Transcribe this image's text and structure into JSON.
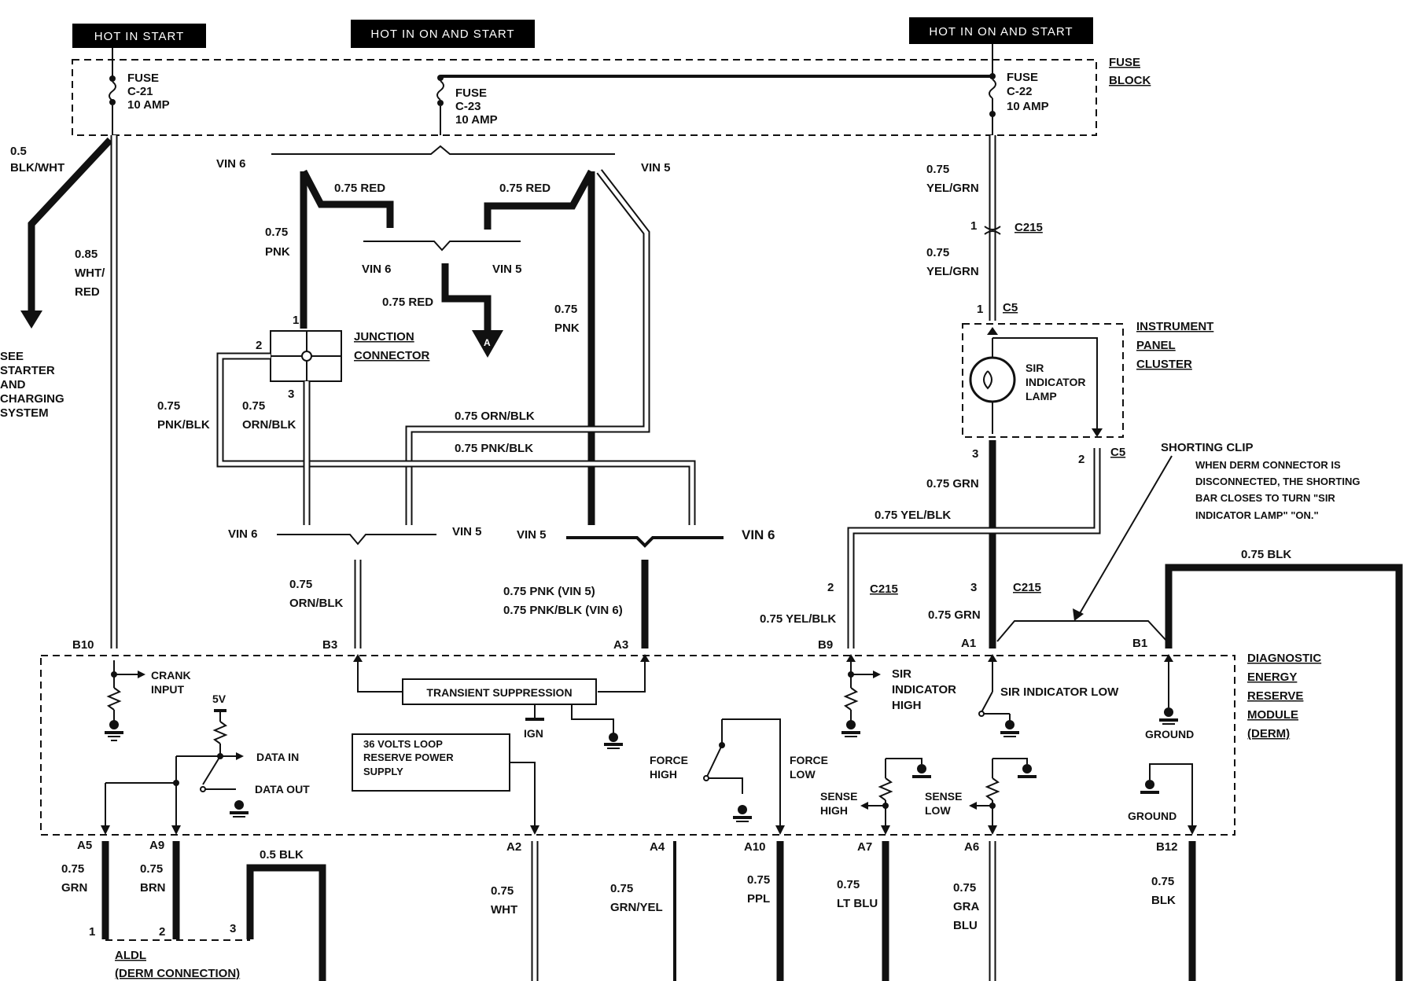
{
  "headers": {
    "left": "HOT IN START",
    "middle": "HOT IN ON AND START",
    "right": "HOT IN ON AND START"
  },
  "fuse_block": {
    "label_line1": "FUSE",
    "label_line2": "BLOCK",
    "fuses": [
      {
        "line1": "FUSE",
        "line2": "C-21",
        "line3": "10 AMP"
      },
      {
        "line1": "FUSE",
        "line2": "C-23",
        "line3": "10 AMP"
      },
      {
        "line1": "FUSE",
        "line2": "C-22",
        "line3": "10 AMP"
      }
    ]
  },
  "starter": {
    "wire_line1": "0.5",
    "wire_line2": "BLK/WHT",
    "note_lines": [
      "SEE",
      "STARTER",
      "AND",
      "CHARGING",
      "SYSTEM"
    ]
  },
  "wires": {
    "crank_line1": "0.85",
    "crank_line2": "WHT/",
    "crank_line3": "RED",
    "vin6_top": "VIN 6",
    "vin5_top": "VIN 5",
    "red_left": "0.75 RED",
    "red_right": "0.75 RED",
    "pnk_left_1": "0.75",
    "pnk_left_2": "PNK",
    "vin6_mid": "VIN 6",
    "vin5_mid": "VIN 5",
    "red_center": "0.75 RED",
    "connector_a": "A",
    "pnk_right_1": "0.75",
    "pnk_right_2": "PNK",
    "pnkblk_1": "0.75",
    "pnkblk_2": "PNK/BLK",
    "ornblk_1": "0.75",
    "ornblk_2": "ORN/BLK",
    "ornblk_long": "0.75 ORN/BLK",
    "pnkblk_long": "0.75 PNK/BLK",
    "vin6_low_left": "VIN 6",
    "vin5_low_left": "VIN 5",
    "vin5_low_right": "VIN 5",
    "vin6_low_right": "VIN 6",
    "b3_1": "0.75",
    "b3_2": "ORN/BLK",
    "a3_1": "0.75 PNK (VIN 5)",
    "a3_2": "0.75 PNK/BLK (VIN 6)",
    "yelgrn_1a": "0.75",
    "yelgrn_1b": "YEL/GRN",
    "yelgrn_2a": "0.75",
    "yelgrn_2b": "YEL/GRN",
    "grn_top": "0.75 GRN",
    "yelblk_top": "0.75 YEL/BLK",
    "yelblk_b9": "0.75 YEL/BLK",
    "grn_a1": "0.75 GRN",
    "blk_b1": "0.75 BLK"
  },
  "junction": {
    "label_line1": "JUNCTION",
    "label_line2": "CONNECTOR",
    "pin1": "1",
    "pin2": "2",
    "pin3": "3"
  },
  "connectors": {
    "c215_top": "C215",
    "c215_top_pin": "1",
    "c5_top": "C5",
    "c5_top_pin": "1",
    "c5_low": "C5",
    "c5_low_pin3": "3",
    "c5_low_pin2": "2",
    "c215_left": "C215",
    "c215_left_pin": "2",
    "c215_right": "C215",
    "c215_right_pin": "3"
  },
  "cluster": {
    "label_line1": "INSTRUMENT",
    "label_line2": "PANEL",
    "label_line3": "CLUSTER",
    "lamp_line1": "SIR",
    "lamp_line2": "INDICATOR",
    "lamp_line3": "LAMP"
  },
  "shorting_clip": {
    "title": "SHORTING CLIP",
    "note_lines": [
      "WHEN DERM CONNECTOR IS",
      "DISCONNECTED, THE SHORTING",
      "BAR CLOSES TO TURN \"SIR",
      "INDICATOR LAMP\" \"ON.\""
    ]
  },
  "derm": {
    "label_lines": [
      "DIAGNOSTIC",
      "ENERGY",
      "RESERVE",
      "MODULE",
      "(DERM)"
    ],
    "pins_top": {
      "b10": "B10",
      "b3": "B3",
      "a3": "A3",
      "b9": "B9",
      "a1": "A1",
      "b1": "B1"
    },
    "crank_1": "CRANK",
    "crank_2": "INPUT",
    "transient": "TRANSIENT SUPPRESSION",
    "ign": "IGN",
    "five_v": "5V",
    "data_in": "DATA IN",
    "data_out": "DATA OUT",
    "loop_lines": [
      "36 VOLTS LOOP",
      "RESERVE POWER",
      "SUPPLY"
    ],
    "force_high_1": "FORCE",
    "force_high_2": "HIGH",
    "force_low_1": "FORCE",
    "force_low_2": "LOW",
    "sir_high_lines": [
      "SIR",
      "INDICATOR",
      "HIGH"
    ],
    "sir_low": "SIR INDICATOR LOW",
    "ground_top": "GROUND",
    "sense_high_1": "SENSE",
    "sense_high_2": "HIGH",
    "sense_low_1": "SENSE",
    "sense_low_2": "LOW",
    "ground_bottom": "GROUND"
  },
  "bottom": {
    "a5": "A5",
    "a9": "A9",
    "a2": "A2",
    "a4": "A4",
    "a10": "A10",
    "a7": "A7",
    "a6": "A6",
    "b12": "B12",
    "a5_1": "0.75",
    "a5_2": "GRN",
    "a9_1": "0.75",
    "a9_2": "BRN",
    "blk05": "0.5 BLK",
    "a2_1": "0.75",
    "a2_2": "WHT",
    "a4_1": "0.75",
    "a4_2": "GRN/YEL",
    "a10_1": "0.75",
    "a10_2": "PPL",
    "a7_1": "0.75",
    "a7_2": "LT BLU",
    "a6_1": "0.75",
    "a6_2": "GRA",
    "a6_3": "BLU",
    "b12_1": "0.75",
    "b12_2": "BLK",
    "aldl_pin1": "1",
    "aldl_pin2": "2",
    "aldl_pin3": "3",
    "aldl_1": "ALDL",
    "aldl_2": "(DERM CONNECTION)"
  }
}
